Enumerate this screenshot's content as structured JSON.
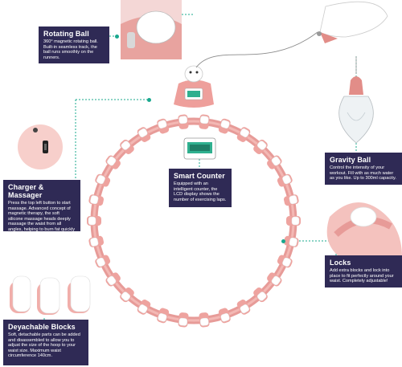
{
  "features": {
    "rotating_ball": {
      "title": "Rotating Ball",
      "text": "360° magnetic rotating ball. Built-in seamless track, the ball runs smoothly on the runners."
    },
    "charger": {
      "title": "Charger & Massager",
      "text": "Press the top left button to start massage. Advanced concept of magnetic therapy, the soft silicone massage heads deeply massage the waist from all angles, helping to burn fat quickly while rotating the hoola hoop."
    },
    "smart_counter": {
      "title": "Smart Counter",
      "text": "Equipped with an intelligent counter, the LCD display shows the number of exercising laps."
    },
    "gravity_ball": {
      "title": "Gravity Ball",
      "text": "Control the intensity of your workout. Fill with as much water as you like. Up to 300ml capacity."
    },
    "locks": {
      "title": "Locks",
      "text": "Add extra blocks and lock into place to fit perfectly around your waist. Completely adjustable!"
    },
    "blocks": {
      "title": "Deyachable Blocks",
      "text": "Soft, detachable parts can be added and disassembled to allow you to adjust the size of the hoop to your waist size. Maximum waist circumference 140cm."
    }
  },
  "colors": {
    "label_bg": "#2f2a55",
    "accent": "#19a88e",
    "hoop_pink": "#e79b98",
    "hoop_light": "#f6c9c5",
    "lcd": "#2fb08f"
  },
  "icons": [
    "charging-port-icon",
    "lcd-counter-icon",
    "gravity-ball-icon",
    "lock-icon",
    "block-icon",
    "rotating-ball-icon"
  ]
}
